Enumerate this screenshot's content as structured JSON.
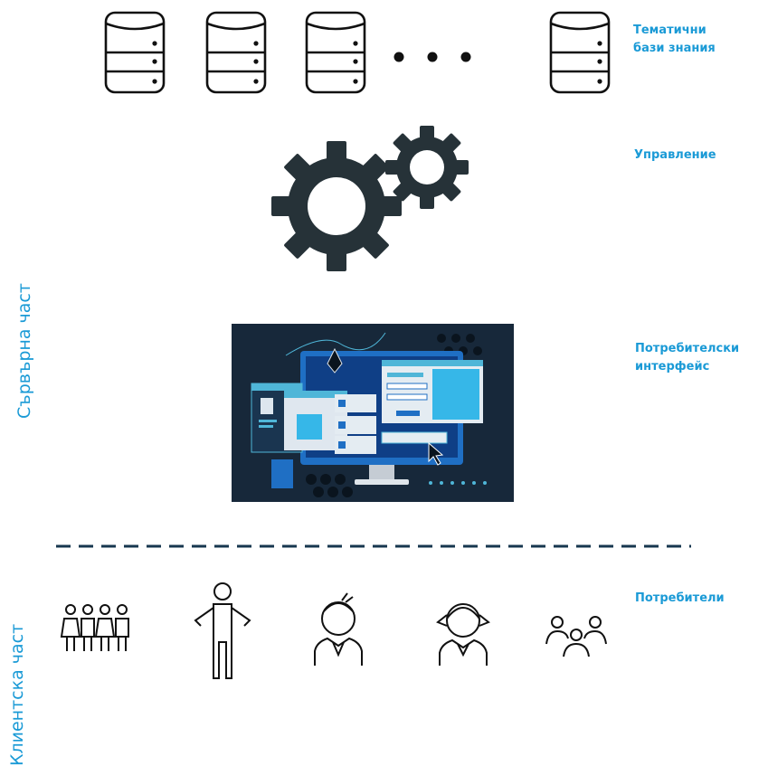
{
  "colors": {
    "accent": "#1a9ad6",
    "dark": "#263238"
  },
  "layers": {
    "knowledge_bases": {
      "label_line1": "Тематични",
      "label_line2": "бази знания",
      "icon": "database-icon"
    },
    "management": {
      "label": "Управление",
      "icon": "gears-icon"
    },
    "user_interface": {
      "label_line1": "Потребителски",
      "label_line2": "интерфейс",
      "icon": "ui-design-illustration"
    },
    "users": {
      "label": "Потребители",
      "icons": [
        "children-group-icon",
        "person-shrug-icon",
        "boy-icon",
        "girl-icon",
        "people-group-icon"
      ]
    }
  },
  "sides": {
    "server": "Сървърна част",
    "client": "Клиентска част"
  }
}
